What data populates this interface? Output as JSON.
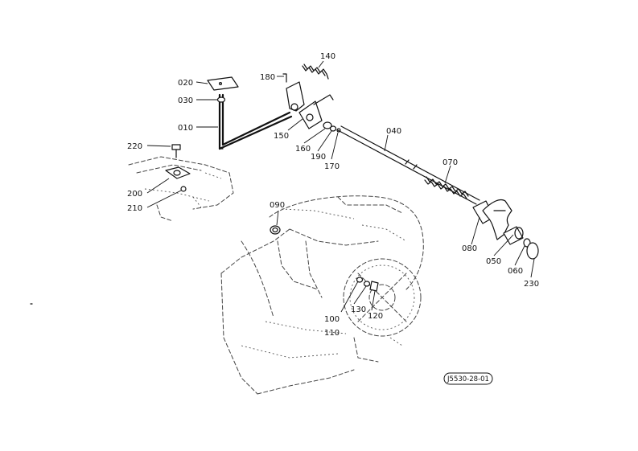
{
  "diagram_code": "J5530-28-01",
  "parts": [
    {
      "id": "p010",
      "label": "010"
    },
    {
      "id": "p020",
      "label": "020"
    },
    {
      "id": "p030",
      "label": "030"
    },
    {
      "id": "p040",
      "label": "040"
    },
    {
      "id": "p050",
      "label": "050"
    },
    {
      "id": "p060",
      "label": "060"
    },
    {
      "id": "p070",
      "label": "070"
    },
    {
      "id": "p080",
      "label": "080"
    },
    {
      "id": "p090",
      "label": "090"
    },
    {
      "id": "p100",
      "label": "100"
    },
    {
      "id": "p110",
      "label": "110"
    },
    {
      "id": "p120",
      "label": "120"
    },
    {
      "id": "p130",
      "label": "130"
    },
    {
      "id": "p140",
      "label": "140"
    },
    {
      "id": "p150",
      "label": "150"
    },
    {
      "id": "p160",
      "label": "160"
    },
    {
      "id": "p170",
      "label": "170"
    },
    {
      "id": "p180",
      "label": "180"
    },
    {
      "id": "p190",
      "label": "190"
    },
    {
      "id": "p200",
      "label": "200"
    },
    {
      "id": "p210",
      "label": "210"
    },
    {
      "id": "p220",
      "label": "220"
    },
    {
      "id": "p230",
      "label": "230"
    }
  ]
}
